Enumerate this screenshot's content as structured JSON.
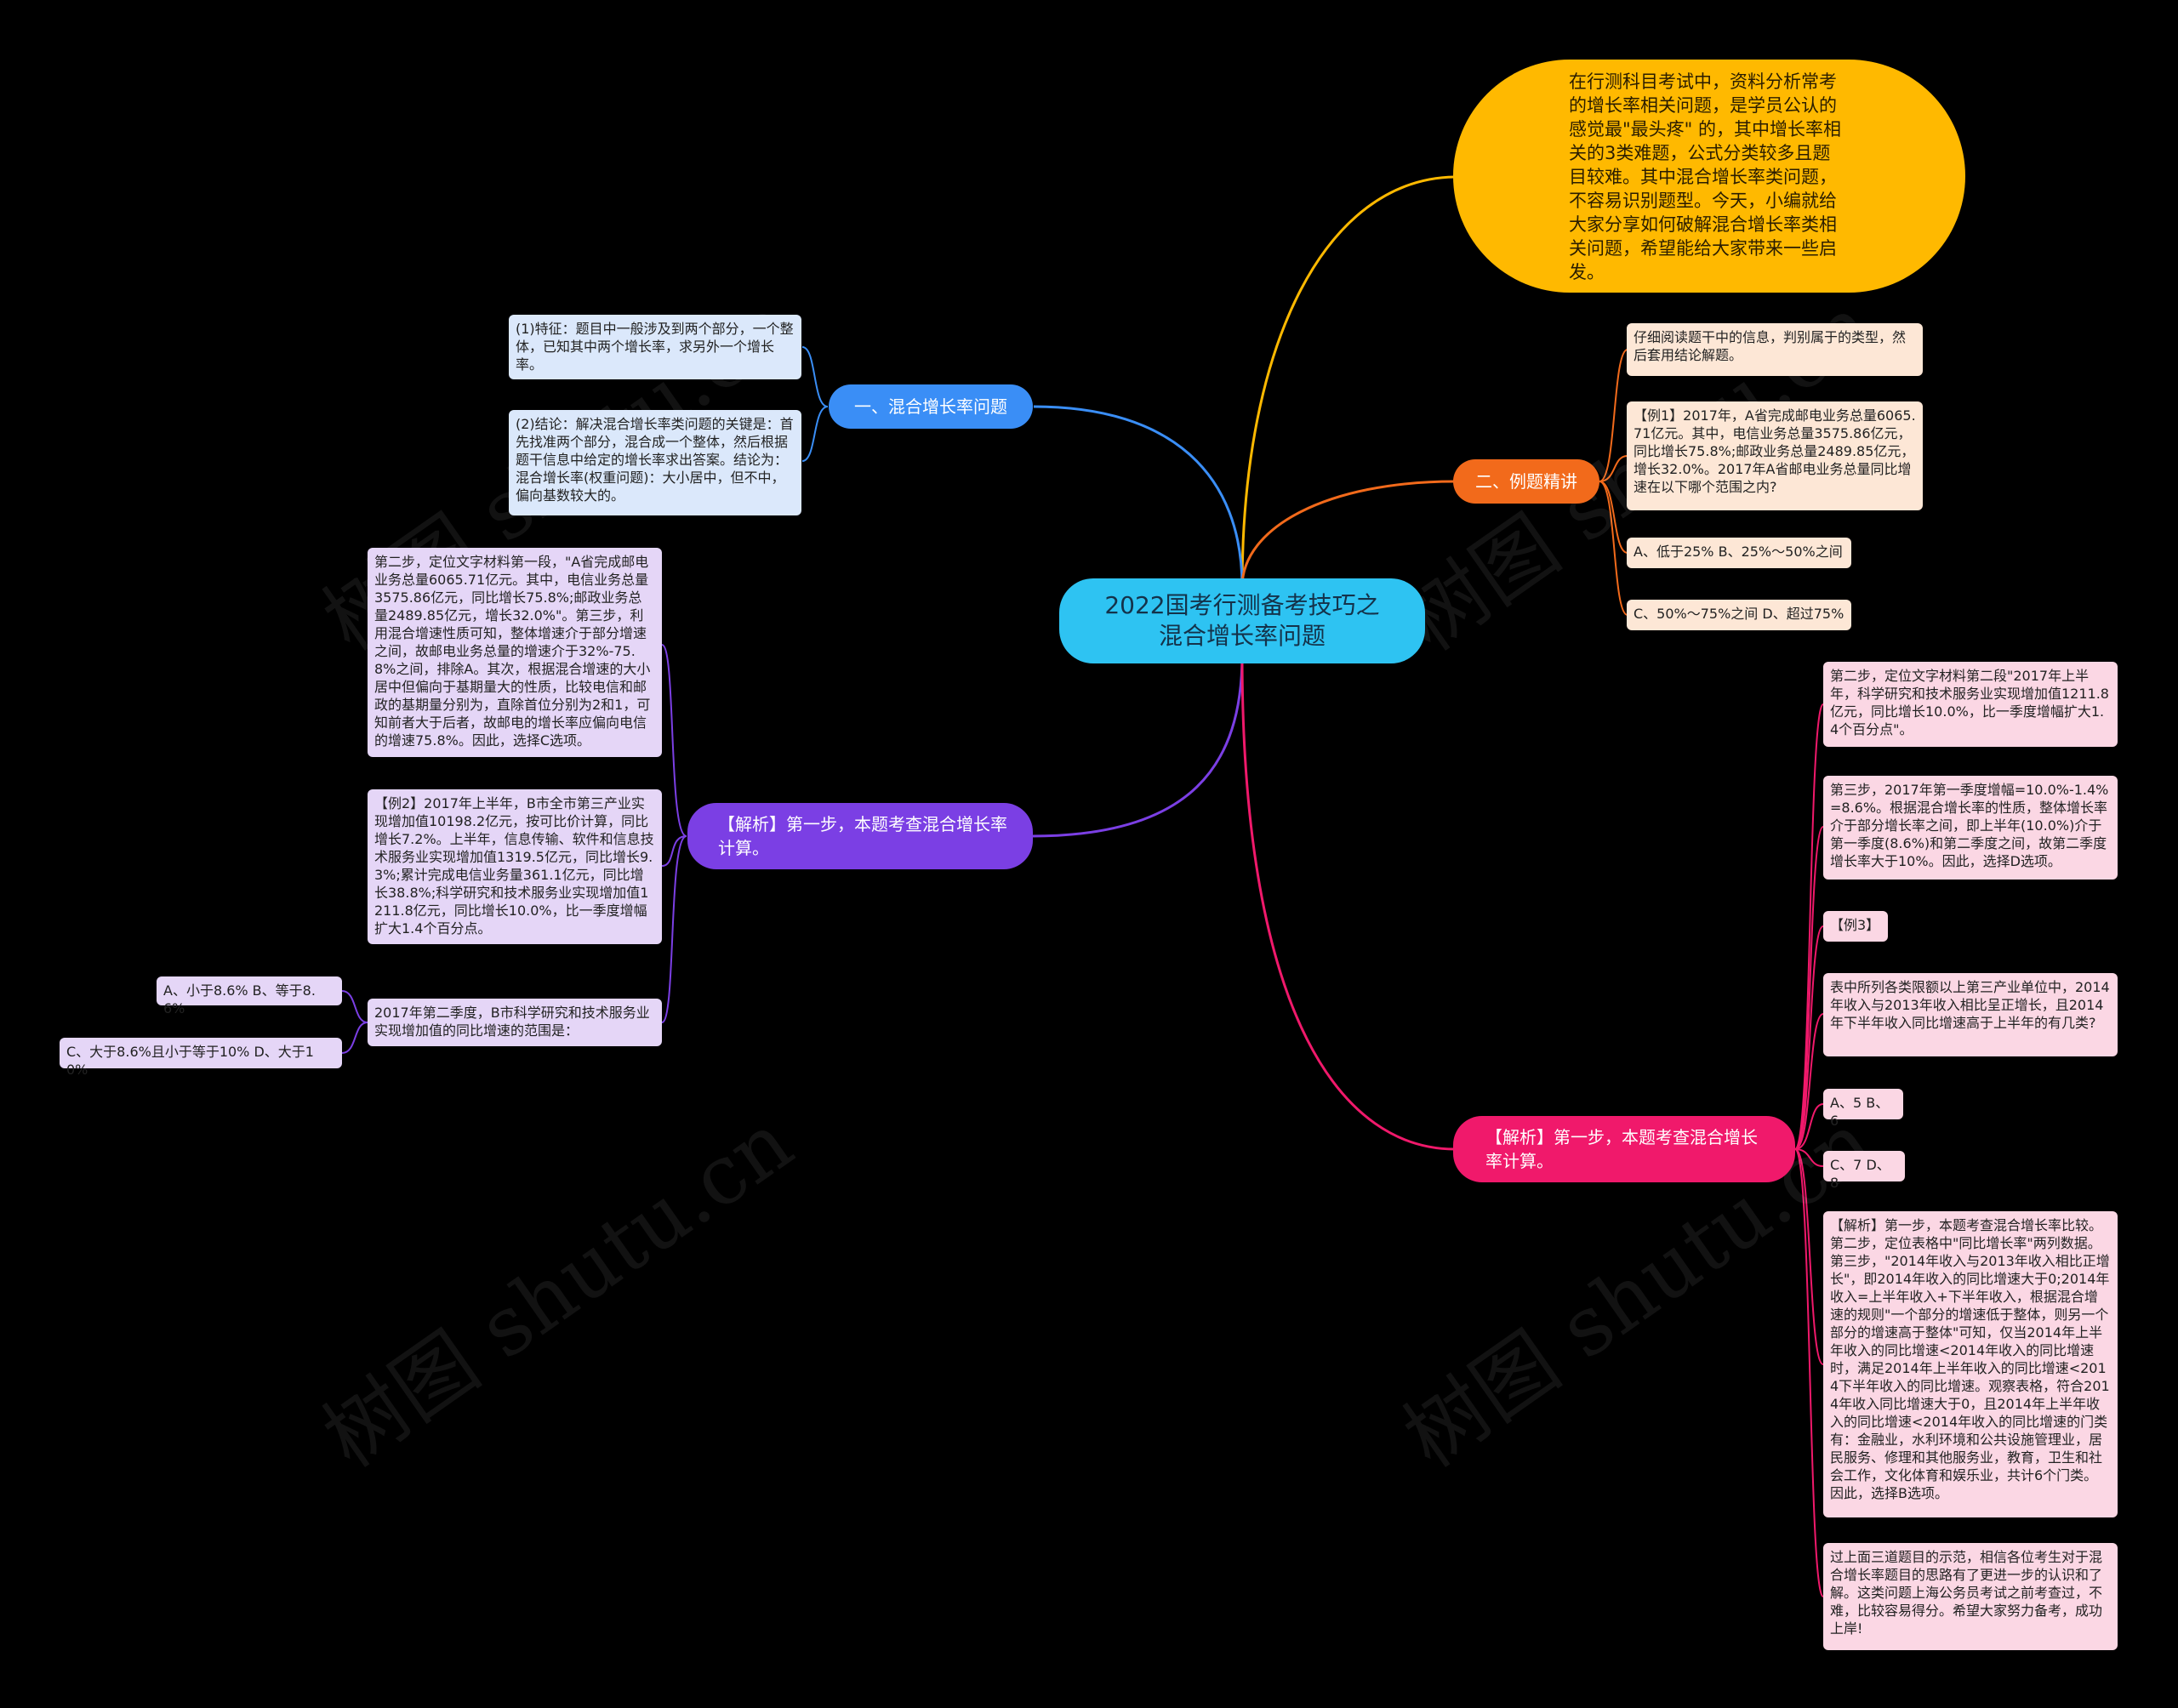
{
  "root": {
    "text": "2022国考行测备考技巧之混合增长率问题"
  },
  "intro": {
    "text": "在行测科目考试中，资料分析常考的增长率相关问题，是学员公认的感觉最\"最头疼\" 的，其中增长率相关的3类难题，公式分类较多且题目较难。其中混合增长率类问题，不容易识别题型。今天，小编就给大家分享如何破解混合增长率类相关问题，希望能给大家带来一些启发。"
  },
  "branch1": {
    "title": "一、混合增长率问题",
    "items": [
      "(1)特征：题目中一般涉及到两个部分，一个整体，已知其中两个增长率，求另外一个增长率。",
      "(2)结论：解决混合增长率类问题的关键是：首先找准两个部分，混合成一个整体，然后根据题干信息中给定的增长率求出答案。结论为：混合增长率(权重问题)：大小居中，但不中，偏向基数较大的。"
    ]
  },
  "branch2": {
    "title": "二、例题精讲",
    "items": [
      "仔细阅读题干中的信息，判别属于的类型，然后套用结论解题。",
      "【例1】2017年，A省完成邮电业务总量6065.71亿元。其中，电信业务总量3575.86亿元，同比增长75.8%;邮政业务总量2489.85亿元，增长32.0%。2017年A省邮电业务总量同比增速在以下哪个范围之内?",
      "A、低于25% B、25%～50%之间",
      "C、50%～75%之间 D、超过75%"
    ]
  },
  "branch3": {
    "title": "【解析】第一步，本题考查混合增长率计算。",
    "items": [
      "第二步，定位文字材料第一段，\"A省完成邮电业务总量6065.71亿元。其中，电信业务总量3575.86亿元，同比增长75.8%;邮政业务总量2489.85亿元，增长32.0%\"。第三步，利用混合增速性质可知，整体增速介于部分增速之间，故邮电业务总量的增速介于32%-75.8%之间，排除A。其次，根据混合增速的大小居中但偏向于基期量大的性质，比较电信和邮政的基期量分别为，直除首位分别为2和1，可知前者大于后者，故邮电的增长率应偏向电信的增速75.8%。因此，选择C选项。",
      "【例2】2017年上半年，B市全市第三产业实现增加值10198.2亿元，按可比价计算，同比增长7.2%。上半年，信息传输、软件和信息技术服务业实现增加值1319.5亿元，同比增长9.3%;累计完成电信业务量361.1亿元，同比增长38.8%;科学研究和技术服务业实现增加值1211.8亿元，同比增长10.0%，比一季度增幅扩大1.4个百分点。",
      "2017年第二季度，B市科学研究和技术服务业实现增加值的同比增速的范围是："
    ],
    "options": [
      "A、小于8.6% B、等于8.6%",
      "C、大于8.6%且小于等于10% D、大于10%"
    ]
  },
  "branch4": {
    "title": "【解析】第一步，本题考查混合增长率计算。",
    "items": [
      "第二步，定位文字材料第二段\"2017年上半年，科学研究和技术服务业实现增加值1211.8亿元，同比增长10.0%，比一季度增幅扩大1.4个百分点\"。",
      "第三步，2017年第一季度增幅=10.0%-1.4%=8.6%。根据混合增长率的性质，整体增长率介于部分增长率之间，即上半年(10.0%)介于第一季度(8.6%)和第二季度之间，故第二季度增长率大于10%。因此，选择D选项。",
      "【例3】",
      "表中所列各类限额以上第三产业单位中，2014年收入与2013年收入相比呈正增长，且2014年下半年收入同比增速高于上半年的有几类?",
      "A、5 B、6",
      "C、7 D、8",
      "【解析】第一步，本题考查混合增长率比较。第二步，定位表格中\"同比增长率\"两列数据。第三步，\"2014年收入与2013年收入相比正增长\"，即2014年收入的同比增速大于0;2014年收入=上半年收入+下半年收入，根据混合增速的规则\"一个部分的增速低于整体，则另一个部分的增速高于整体\"可知，仅当2014年上半年收入的同比增速<2014年收入的同比增速时，满足2014年上半年收入的同比增速<2014下半年收入的同比增速。观察表格，符合2014年收入同比增速大于0，且2014年上半年收入的同比增速<2014年收入的同比增速的门类有：金融业，水利环境和公共设施管理业，居民服务、修理和其他服务业，教育，卫生和社会工作，文化体育和娱乐业，共计6个门类。因此，选择B选项。",
      "过上面三道题目的示范，相信各位考生对于混合增长率题目的思路有了更进一步的认识和了解。这类问题上海公务员考试之前考查过，不难，比较容易得分。希望大家努力备考，成功上岸!"
    ]
  },
  "watermark": "树图 shutu.cn",
  "colors": {
    "branch1": "#3a8ef6",
    "branch2": "#f26a1b",
    "branch3": "#7b3fe4",
    "branch4": "#f0196b",
    "intro": "#ffb900",
    "root": "#2ec3f2"
  }
}
